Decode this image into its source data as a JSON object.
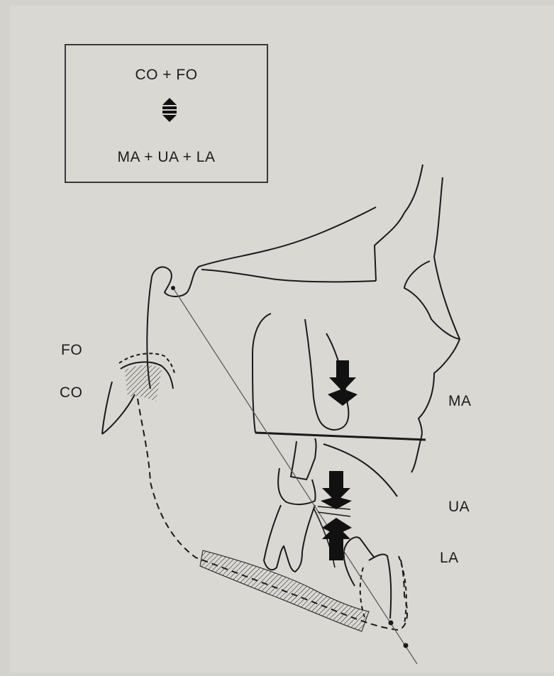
{
  "legend": {
    "top_text": "CO + FO",
    "bottom_text": "MA + UA + LA"
  },
  "labels": {
    "fo": "FO",
    "co": "CO",
    "ma": "MA",
    "ua": "UA",
    "la": "LA"
  },
  "colors": {
    "paper": "#d9d8d3",
    "ink": "#1c1c1c"
  }
}
